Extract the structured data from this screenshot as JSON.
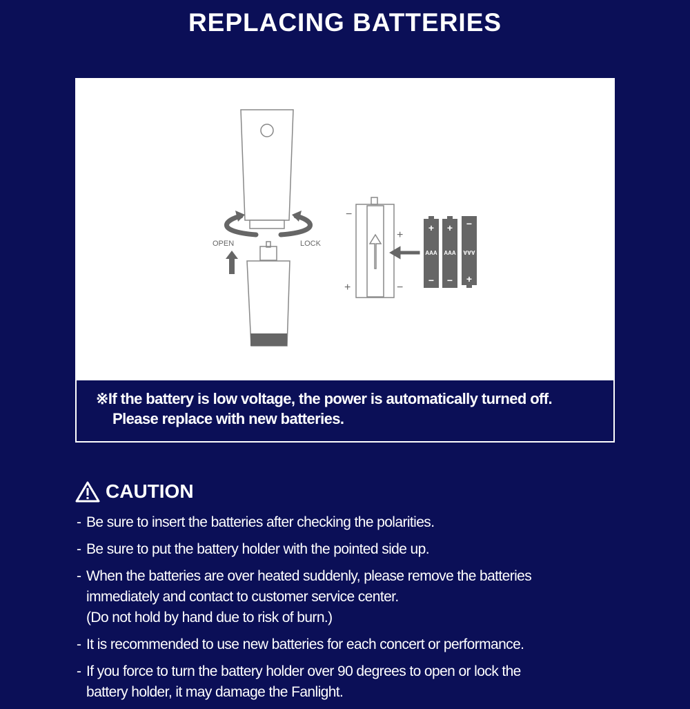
{
  "title": "REPLACING BATTERIES",
  "illustration": {
    "open_label": "OPEN",
    "lock_label": "LOCK",
    "battery_labels": [
      "AAA",
      "AAA",
      "AAA"
    ],
    "plus": "+",
    "minus": "−"
  },
  "note": {
    "symbol": "※",
    "line1": "If the battery is low voltage, the power is automatically turned off.",
    "line2": "Please replace with new batteries."
  },
  "caution": {
    "heading": "CAUTION",
    "items": [
      {
        "lines": [
          "Be sure to insert the batteries after checking the polarities."
        ]
      },
      {
        "lines": [
          "Be sure to put the battery holder with the pointed side up."
        ]
      },
      {
        "lines": [
          "When the batteries are over heated suddenly, please remove the batteries",
          "immediately and contact to customer service center.",
          "(Do not hold by hand due to risk of burn.)"
        ]
      },
      {
        "lines": [
          "It is recommended to use new batteries for each concert or performance."
        ]
      },
      {
        "lines": [
          "If you force to turn the battery holder over 90 degrees to open or lock the",
          "battery holder, it may damage the Fanlight."
        ]
      }
    ]
  }
}
